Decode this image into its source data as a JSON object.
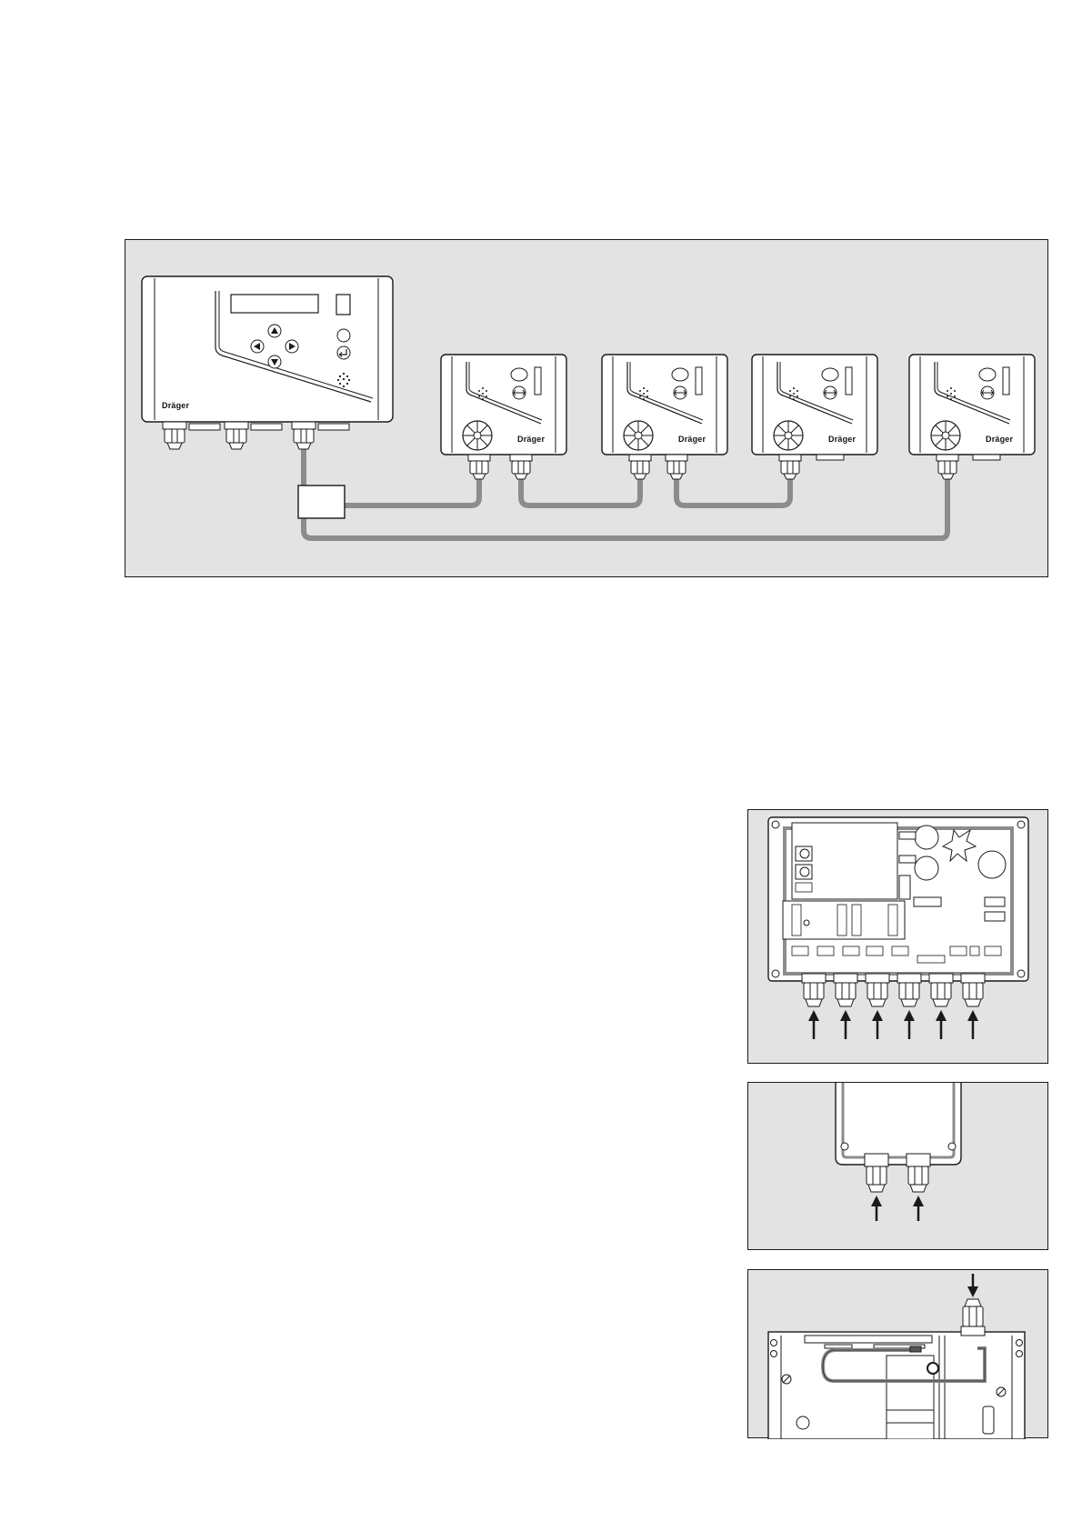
{
  "brand": {
    "label": "Dräger"
  },
  "colors": {
    "panel_bg": "#e3e3e3",
    "device_fill": "#ffffff",
    "cable": "#8c8c8c",
    "line": "#1a1a1a"
  },
  "system_diagram": {
    "controller": {
      "brand_label": "Dräger"
    },
    "junction_box": {
      "label": ""
    },
    "transmitters": [
      {
        "brand_label": "Dräger"
      },
      {
        "brand_label": "Dräger"
      },
      {
        "brand_label": "Dräger"
      },
      {
        "brand_label": "Dräger"
      }
    ]
  },
  "figures": {
    "controller_board": {
      "arrow_count": 6
    },
    "transmitter_glands": {
      "arrow_count": 2
    },
    "cable_entry": {
      "arrow_count": 1
    }
  }
}
